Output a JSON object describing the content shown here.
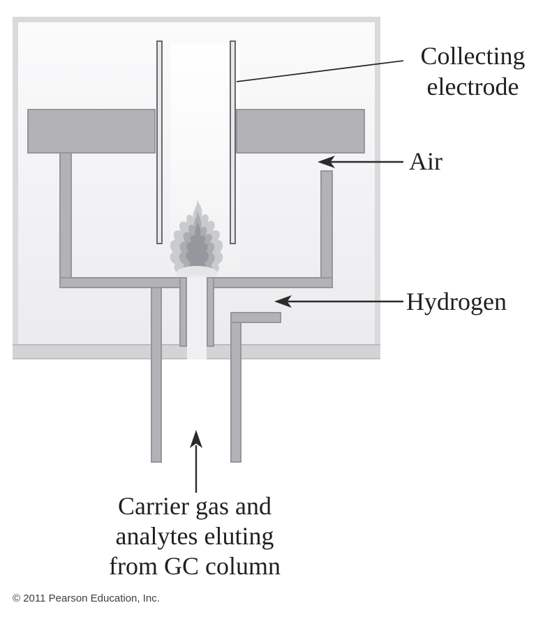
{
  "labels": {
    "collecting_electrode": "Collecting\nelectrode",
    "air": "Air",
    "hydrogen": "Hydrogen",
    "carrier_gas": "Carrier gas and\nanalytes eluting\nfrom GC column"
  },
  "footer": {
    "copyright": "© 2011 Pearson Education, Inc."
  },
  "icons": {
    "flame": "flame-icon",
    "air_arrow": "left-arrow-icon",
    "hydrogen_arrow": "left-arrow-icon",
    "carrier_gas_arrow": "up-arrow-icon",
    "collecting_electrode_leader": "leader-line"
  },
  "colors": {
    "housing_fill_top": "#fbfbfc",
    "housing_fill_bottom": "#ebebed",
    "housing_border": "#dadadc",
    "housing_base": "#d4d4d6",
    "tube_gray": "#b3b3b7",
    "tube_outline": "#95959a",
    "electrode_fill": "#e9e9eb",
    "electrode_outline": "#68686c",
    "flame_outer": "#c9cbcf",
    "flame_mid": "#abadb2",
    "flame_inner": "#95979c",
    "label_text": "#231f20",
    "arrow_color": "#2b2b2b"
  }
}
